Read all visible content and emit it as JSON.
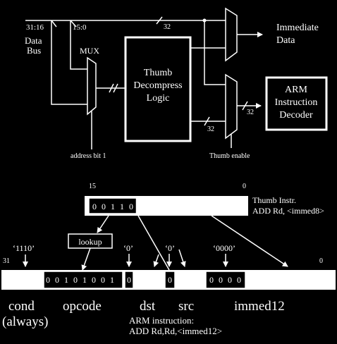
{
  "top": {
    "bus_hi": "31:16",
    "bus_lo": "15:0",
    "data_bus": [
      "Data",
      "Bus"
    ],
    "mux": "MUX",
    "width_32_top": "32",
    "width_32_mid": "32",
    "width_32_low": "32",
    "thumb_logic": [
      "Thumb",
      "Decompress",
      "Logic"
    ],
    "immediate": [
      "Immediate",
      "Data"
    ],
    "arm_decoder": [
      "ARM",
      "Instruction",
      "Decoder"
    ],
    "address_bit": "address bit 1",
    "thumb_enable": "Thumb enable"
  },
  "thumb": {
    "bit_hi": "15",
    "bit_lo": "0",
    "bits": [
      "0",
      "0",
      "1",
      "1",
      "0"
    ],
    "label": [
      "Thumb Instr.",
      "ADD Rd, <immed8>"
    ]
  },
  "arm": {
    "lookup": "lookup",
    "cond_val": "‘1110’",
    "dst_val": "‘0’",
    "src_val": "‘0’",
    "imm_val": "‘0000’",
    "bit_hi": "31",
    "bit_lo": "0",
    "opcode_bits": [
      "0",
      "0",
      "1",
      "0",
      "1",
      "0",
      "0",
      "1"
    ],
    "dst_bit": "0",
    "src_bit": "0",
    "imm_bits": [
      "0",
      "0",
      "0",
      "0"
    ],
    "fields": [
      "cond",
      "opcode",
      "dst",
      "src",
      "immed12"
    ],
    "always": "(always)",
    "caption": [
      "ARM instruction:",
      "ADD Rd,Rd,<immed12>"
    ]
  }
}
